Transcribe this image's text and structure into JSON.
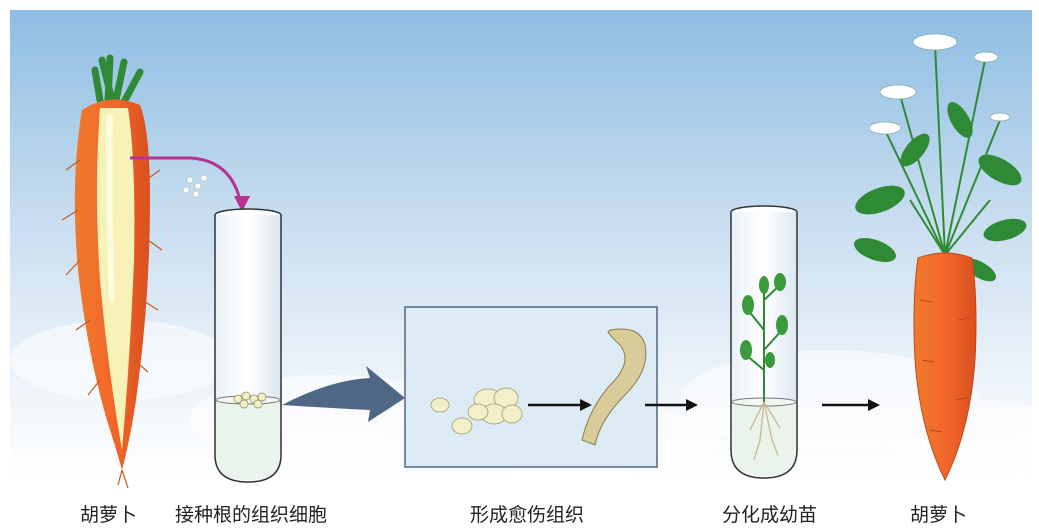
{
  "captions": {
    "carrot_left": "胡萝卜",
    "inoculate": "接种根的组织细胞",
    "callus": "形成愈伤组织",
    "seedling": "分化成幼苗",
    "carrot_right": "胡萝卜"
  },
  "colors": {
    "sky_top": "#9fc5e4",
    "carrot_orange": "#e8702a",
    "carrot_core": "#f7f2b8",
    "leaf_green": "#2f8a35",
    "arrow_purple": "#b8338f",
    "arrow_slate": "#4e6785"
  }
}
